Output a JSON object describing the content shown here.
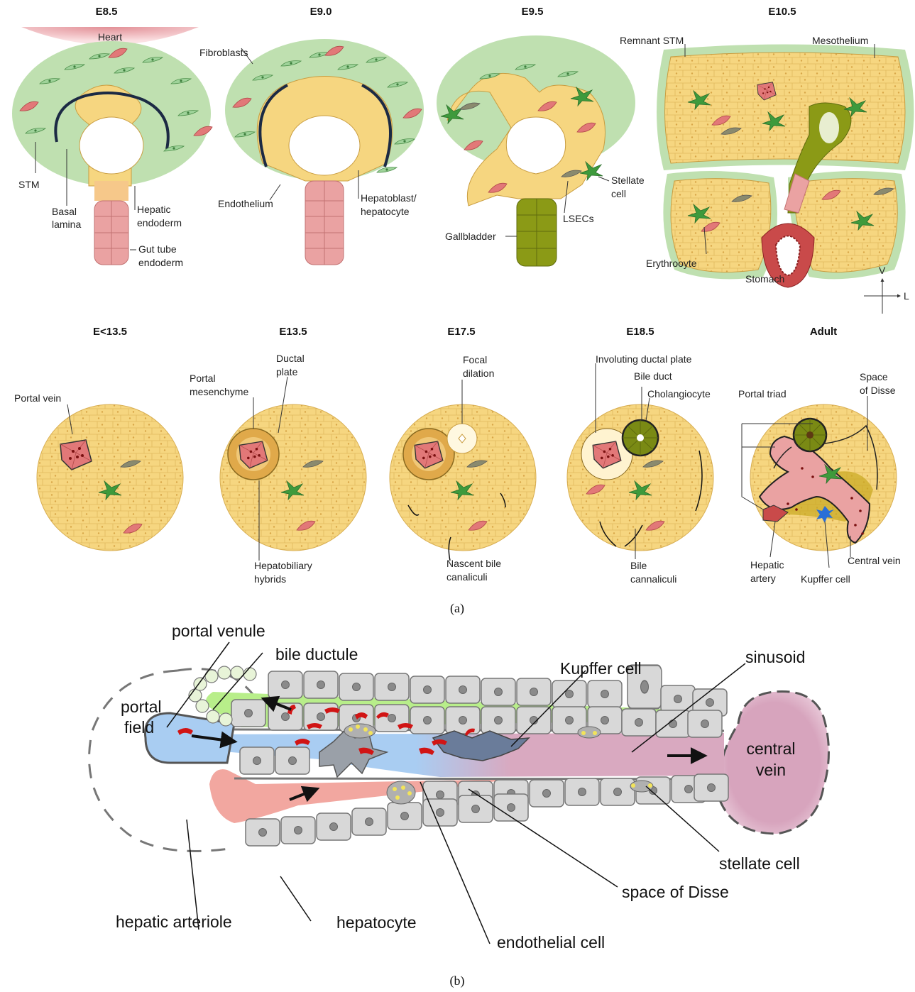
{
  "panel_a": {
    "stages": [
      "E8.5",
      "E9.0",
      "E9.5",
      "E10.5",
      "E<13.5",
      "E13.5",
      "E17.5",
      "E18.5",
      "Adult"
    ],
    "labels": {
      "heart": "Heart",
      "stm": "STM",
      "basal_lamina": [
        "Basal",
        "lamina"
      ],
      "hepatic_endoderm": [
        "Hepatic",
        "endoderm"
      ],
      "gut_tube_endoderm": [
        "Gut tube",
        "endoderm"
      ],
      "fibroblasts": "Fibroblasts",
      "endothelium": "Endothelium",
      "hepatoblast": [
        "Hepatoblast/",
        "hepatocyte"
      ],
      "stellate_cell": [
        "Stellate",
        "cell"
      ],
      "lsecs": "LSECs",
      "gallbladder": "Gallbladder",
      "remnant_stm": "Remnant STM",
      "mesothelium": "Mesothelium",
      "erythrocyte": "Erythrooyte",
      "stomach": "Stomach",
      "axis_v": "V",
      "axis_l": "L",
      "portal_vein": "Portal vein",
      "portal_mesenchyme": [
        "Portal",
        "mesenchyme"
      ],
      "ductal_plate": [
        "Ductal",
        "plate"
      ],
      "hepatobiliary_hybrids": [
        "Hepatobiliary",
        "hybrids"
      ],
      "focal_dilation": [
        "Focal",
        "dilation"
      ],
      "nascent_bile_canaliculi": [
        "Nascent bile",
        "canaliculi"
      ],
      "involuting_ductal_plate": "Involuting ductal plate",
      "bile_duct": "Bile duct",
      "cholangiocyte": "Cholangiocyte",
      "bile_canaliculi": [
        "Bile",
        "cannaliculi"
      ],
      "portal_triad": "Portal triad",
      "space_of_disse": [
        "Space",
        "of Disse"
      ],
      "central_vein": "Central vein",
      "hepatic_artery": [
        "Hepatic",
        "artery"
      ],
      "kupffer_cell": "Kupffer cell"
    },
    "caption": "(a)"
  },
  "panel_b": {
    "labels": {
      "portal_venule": "portal venule",
      "bile_ductule": "bile ductule",
      "kupffer_cell": "Kupffer cell",
      "sinusoid": "sinusoid",
      "portal_field": [
        "portal",
        "field"
      ],
      "central_vein": [
        "central",
        "vein"
      ],
      "stellate_cell": "stellate cell",
      "space_of_disse": "space of Disse",
      "hepatic_arteriole": "hepatic arteriole",
      "hepatocyte": "hepatocyte",
      "endothelial_cell": "endothelial cell"
    },
    "caption": "(b)"
  },
  "colors": {
    "stm_green": "#bfe0b0",
    "hepatocyte_yellow": "#f6d680",
    "endoderm_pink": "#eaa2a2",
    "vein_red": "#e27878",
    "gallbladder_olive": "#8b9a16",
    "stellate_green": "#3e9a3c",
    "sinusoid_pink": "#d9a9c0",
    "portal_blue": "#a9cdf2",
    "artery_red": "#f2a7a0",
    "bile_green": "#b8ee8a",
    "cell_gray": "#d8d8d8"
  }
}
